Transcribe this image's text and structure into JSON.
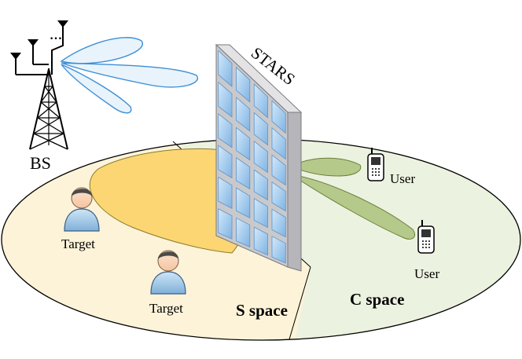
{
  "labels": {
    "bs": "BS",
    "stars": "STARS",
    "target_1": "Target",
    "target_2": "Target",
    "user_1": "User",
    "user_2": "User",
    "s_space": "S space",
    "c_space": "C space",
    "antenna_dots": "…"
  },
  "colors": {
    "s_space_fill": "#fdf3d8",
    "c_space_fill": "#ecf2e0",
    "sensing_beam": "#fbd673",
    "comm_beam": "#b5c98b",
    "bs_beam": "#e8f3fb",
    "bs_beam_stroke": "#3d8fd6",
    "stars_frame": "#c9c9cc",
    "stars_element": "#9cc8ee",
    "person": "#9fc8e8"
  },
  "icons": {
    "base_station": "base-station-tower-icon",
    "phone": "mobile-phone-icon",
    "person": "person-target-icon"
  }
}
